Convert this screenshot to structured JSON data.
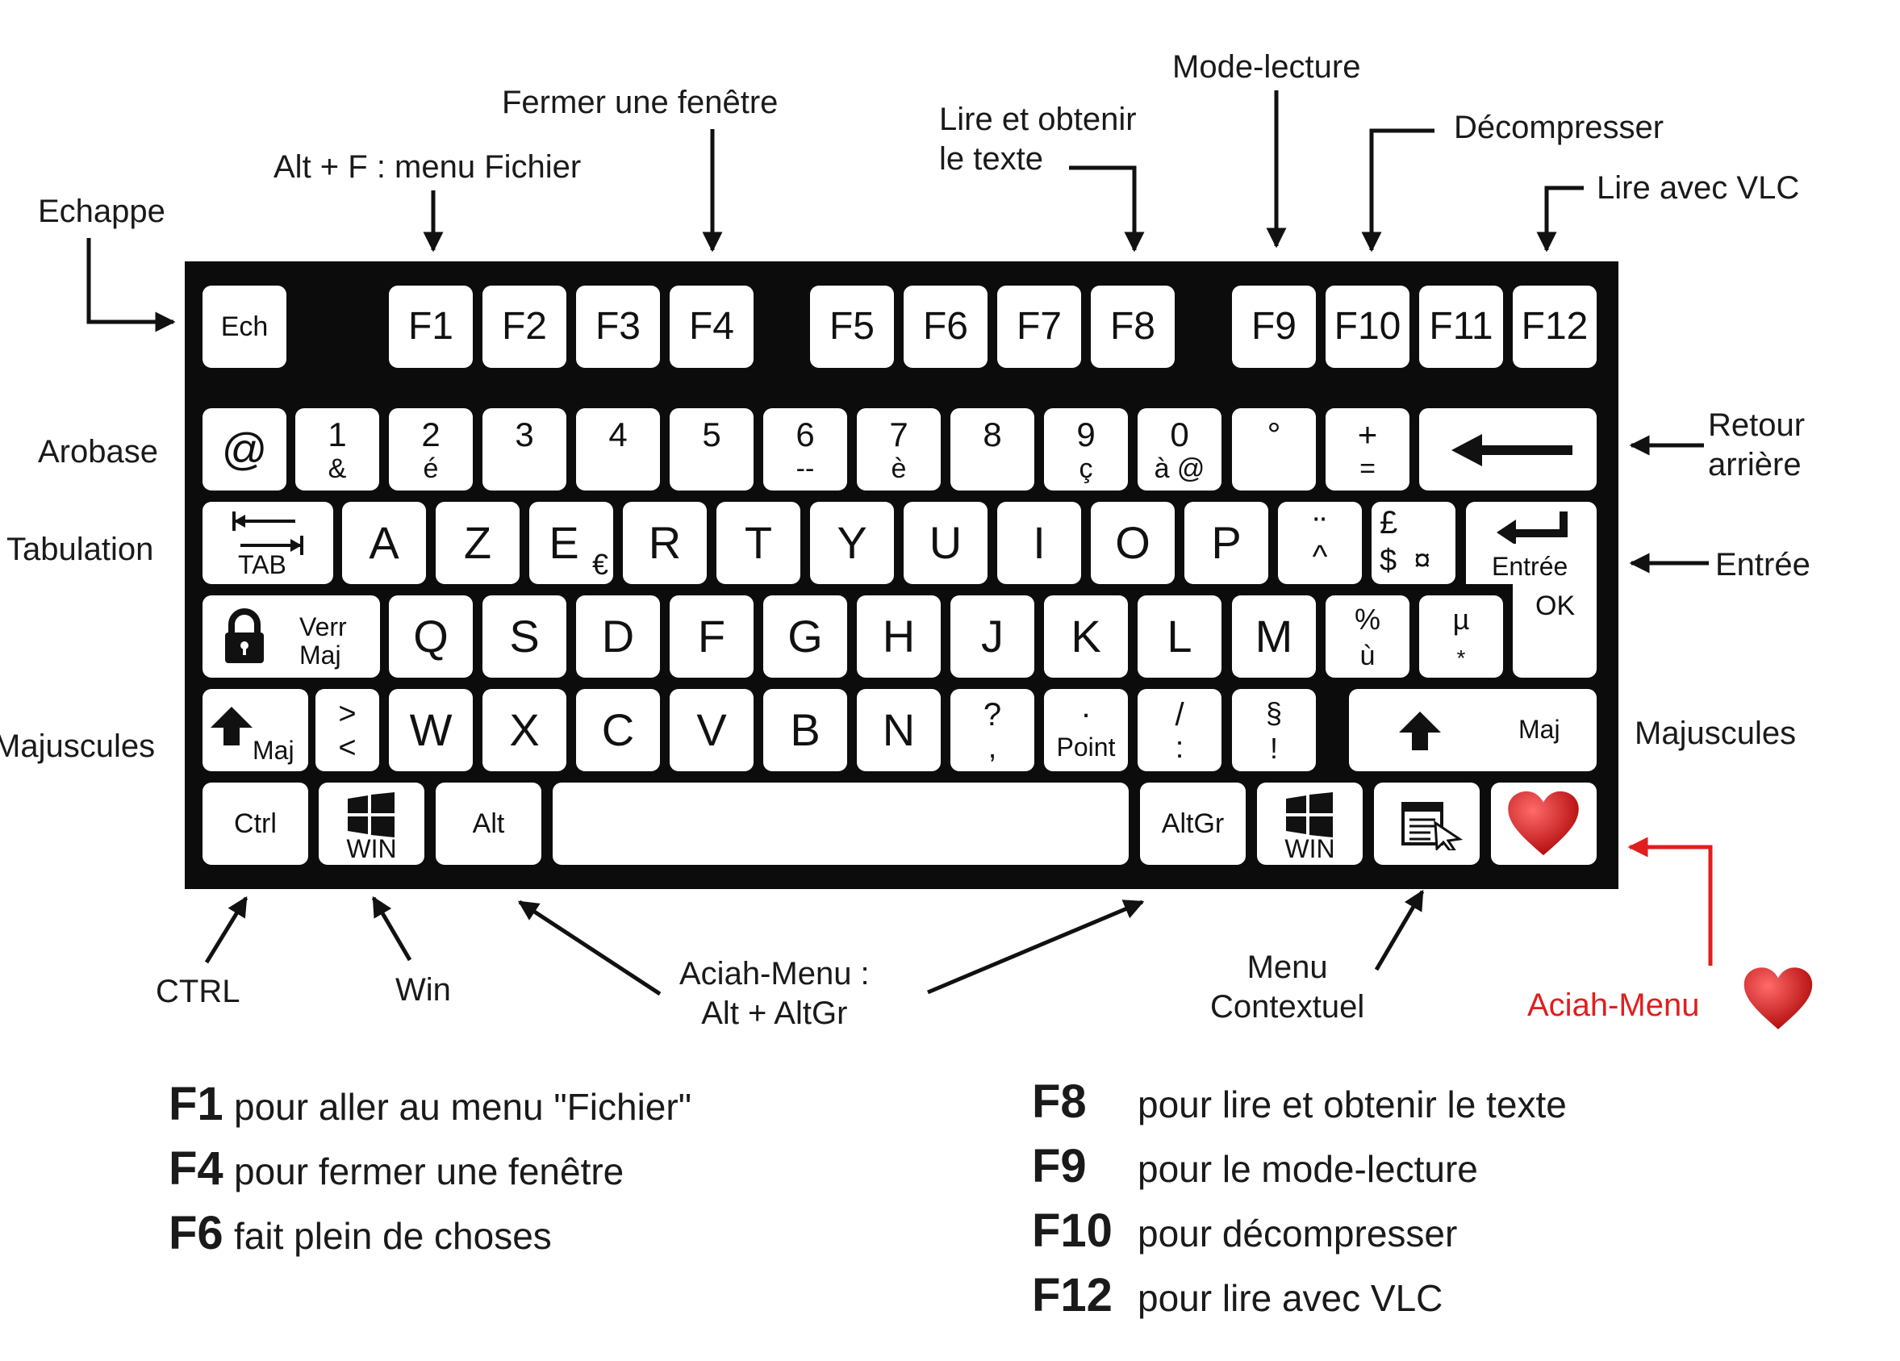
{
  "keyboard": {
    "frow": {
      "esc": "Ech",
      "keys": [
        "F1",
        "F2",
        "F3",
        "F4",
        "F5",
        "F6",
        "F7",
        "F8",
        "F9",
        "F10",
        "F11",
        "F12"
      ]
    },
    "numrow": {
      "at": "@",
      "keys": [
        {
          "top": "1",
          "bot": "&"
        },
        {
          "top": "2",
          "bot": "é"
        },
        {
          "top": "3",
          "bot": ""
        },
        {
          "top": "4",
          "bot": ""
        },
        {
          "top": "5",
          "bot": ""
        },
        {
          "top": "6",
          "bot": "--"
        },
        {
          "top": "7",
          "bot": "è"
        },
        {
          "top": "8",
          "bot": ""
        },
        {
          "top": "9",
          "bot": "ç"
        },
        {
          "top": "0",
          "bot": "à  @"
        },
        {
          "top": "°",
          "bot": ""
        },
        {
          "top": "+",
          "bot": "="
        }
      ]
    },
    "toprow": {
      "tab": "TAB",
      "letters": [
        "A",
        "Z",
        "E",
        "R",
        "T",
        "Y",
        "U",
        "I",
        "O",
        "P"
      ],
      "euro": "€",
      "trema": {
        "top": "¨",
        "bot": "^"
      },
      "pound": {
        "top": "£",
        "bot": "$  ¤"
      },
      "enter": "Entrée",
      "ok": "OK"
    },
    "homerow": {
      "caps": [
        "Verr",
        "Maj"
      ],
      "letters": [
        "Q",
        "S",
        "D",
        "F",
        "G",
        "H",
        "J",
        "K",
        "L",
        "M"
      ],
      "percent": {
        "top": "%",
        "bot": "ù"
      },
      "mu": {
        "top": "µ",
        "bot": "*"
      }
    },
    "botrow": {
      "shift_l": "Maj",
      "lt": {
        "top": ">",
        "bot": "<"
      },
      "letters": [
        "W",
        "X",
        "C",
        "V",
        "B",
        "N"
      ],
      "question": {
        "top": "?",
        "bot": ","
      },
      "point": {
        "top": ".",
        "bot": "Point"
      },
      "slash": {
        "top": "/",
        "bot": ":"
      },
      "section": {
        "top": "§",
        "bot": "!"
      },
      "shift_r": "Maj"
    },
    "spacerow": {
      "ctrl": "Ctrl",
      "win": "WIN",
      "alt": "Alt",
      "altgr": "AltGr",
      "win_r": "WIN"
    }
  },
  "callouts": {
    "echappe": "Echappe",
    "alt_f": "Alt + F : menu Fichier",
    "fermer": "Fermer une fenêtre",
    "lire_obtenir": [
      "Lire et obtenir",
      "le texte"
    ],
    "mode_lecture": "Mode-lecture",
    "decompresser": "Décompresser",
    "lire_vlc": "Lire avec VLC",
    "arobase": "Arobase",
    "tabulation": "Tabulation",
    "majuscules_l": "Majuscules",
    "retour": [
      "Retour",
      "arrière"
    ],
    "entree": "Entrée",
    "majuscules_r": "Majuscules",
    "ctrl": "CTRL",
    "win": "Win",
    "aciah_alt": [
      "Aciah-Menu :",
      "Alt + AltGr"
    ],
    "menu_ctx": [
      "Menu",
      "Contextuel"
    ],
    "aciah_red": "Aciah-Menu"
  },
  "legend": {
    "left": [
      {
        "key": "F1",
        "text": "pour aller au menu \"Fichier\""
      },
      {
        "key": "F4",
        "text": "pour fermer une fenêtre"
      },
      {
        "key": "F6",
        "text": "fait plein de choses"
      }
    ],
    "right": [
      {
        "key": "F8",
        "text": "pour lire et obtenir le texte"
      },
      {
        "key": "F9",
        "text": "pour le mode-lecture"
      },
      {
        "key": "F10",
        "text": "pour décompresser"
      },
      {
        "key": "F12",
        "text": "pour lire avec VLC"
      }
    ]
  },
  "colors": {
    "keyboard": "#0c0c0c",
    "key": "#ffffff",
    "accent_red": "#e01e1e",
    "heart": "#d81e1e"
  }
}
